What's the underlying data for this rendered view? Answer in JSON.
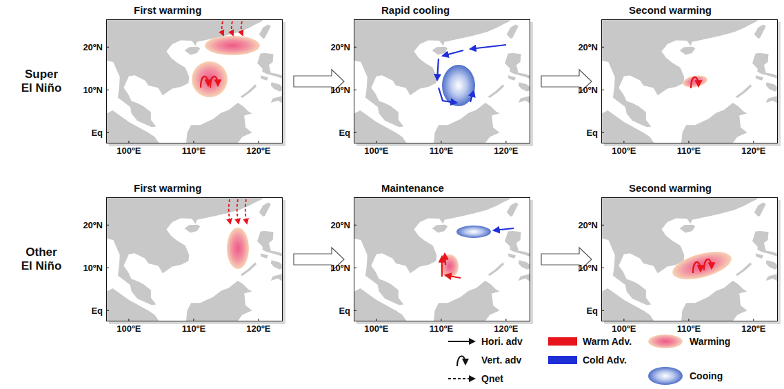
{
  "diagram": {
    "nodes": [
      {
        "text": [
          "First warming"
        ]
      },
      {
        "text": [
          "Rapid cooling"
        ]
      },
      {
        "text": [
          "Second warming"
        ]
      },
      {
        "text": [
          "First warming"
        ]
      },
      {
        "text": [
          "Maintenance"
        ]
      },
      {
        "text": [
          "Second warming"
        ]
      }
    ],
    "edges": [
      {
        "from": 0,
        "to": 1,
        "arrow": "to"
      },
      {
        "from": 1,
        "to": 2,
        "arrow": "to"
      },
      {
        "from": 3,
        "to": 4,
        "arrow": "to"
      },
      {
        "from": 4,
        "to": 5,
        "arrow": "to"
      }
    ],
    "labels": [
      "Super El Niño",
      "Other El Niño",
      "20ºN",
      "10ºN",
      "Eq",
      "100ºE",
      "110ºE",
      "120ºE",
      "20ºN",
      "10ºN",
      "Eq",
      "100ºE",
      "110ºE",
      "120ºE",
      "20ºN",
      "10ºN",
      "Eq",
      "100ºE",
      "110ºE",
      "120ºE",
      "20ºN",
      "10ºN",
      "Eq",
      "100ºE",
      "110ºE",
      "120ºE",
      "20ºN",
      "10ºN",
      "Eq",
      "100ºE",
      "110ºE",
      "120ºE",
      "20ºN",
      "10ºN",
      "Eq",
      "100ºE",
      "110ºE",
      "120ºE"
    ],
    "legend": [
      {
        "text": "Hori. adv"
      },
      {
        "text": "Vert. adv"
      },
      {
        "text": "Qnet"
      },
      {
        "text": "Warm Adv.",
        "color": "#e8141b"
      },
      {
        "text": "Cold Adv.",
        "color": "#1f2fd8"
      },
      {
        "text": "Warming"
      },
      {
        "text": "Cooing"
      }
    ]
  }
}
